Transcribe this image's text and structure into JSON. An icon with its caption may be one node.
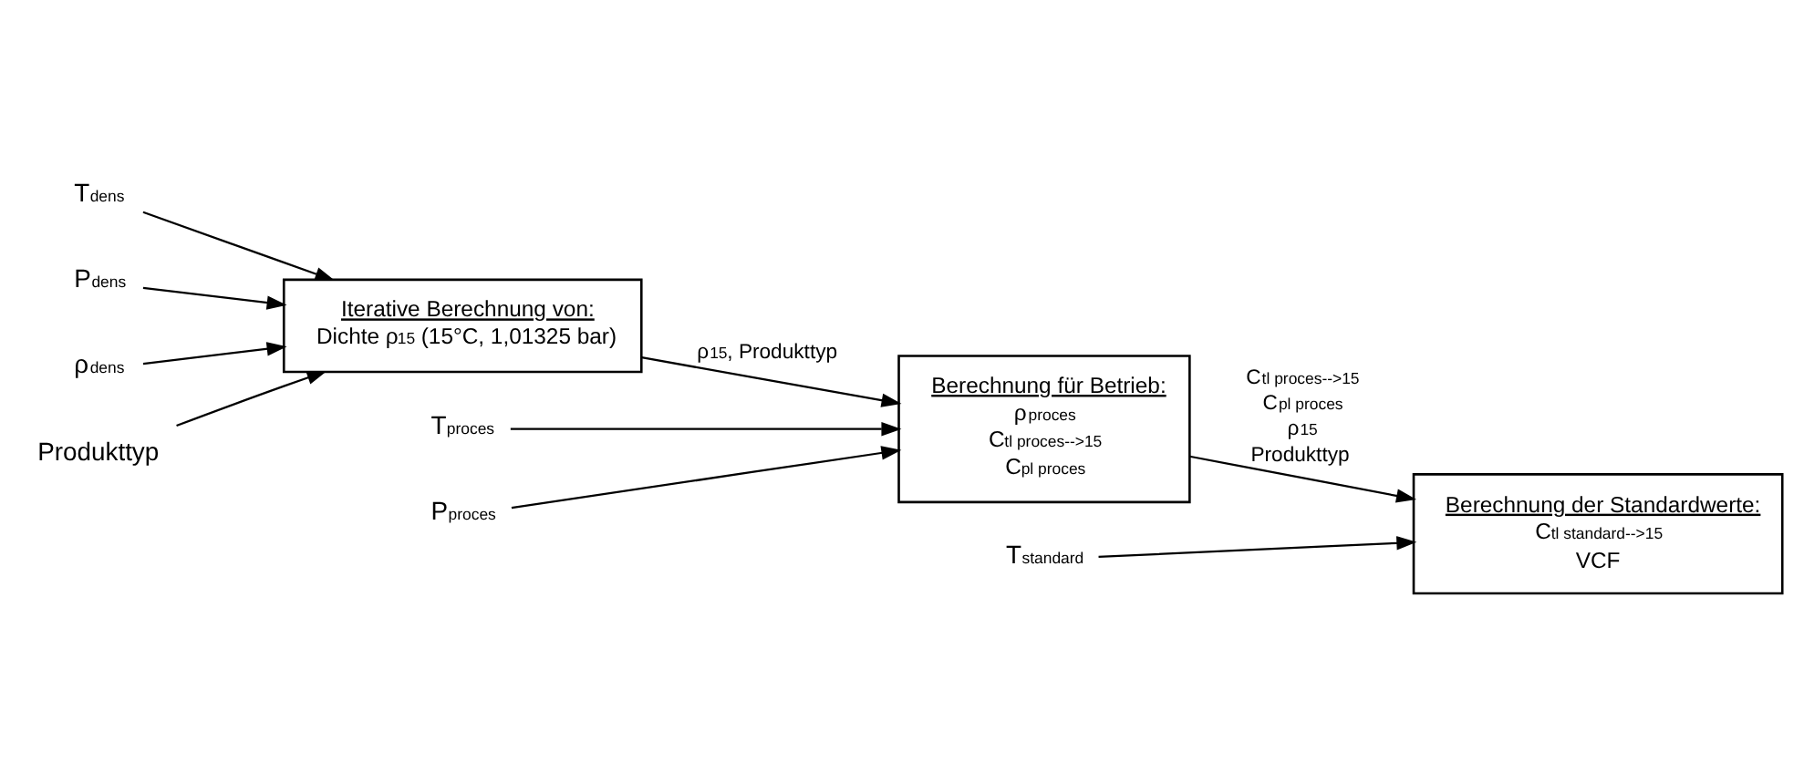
{
  "diagram": {
    "nodes": [
      {
        "text": [
          "T$_{dens}$"
        ]
      },
      {
        "text": [
          "P$_{dens}$"
        ]
      },
      {
        "text": [
          "ρ$_{dens}$"
        ]
      },
      {
        "text": [
          "Produkttyp"
        ]
      },
      {
        "text": [
          "Iterative Berechnung von:",
          "Dichte ρ$_{15}$ (15°C, 1,01325 bar)"
        ]
      },
      {
        "text": [
          "T$_{proces}$"
        ]
      },
      {
        "text": [
          "P$_{proces}$"
        ]
      },
      {
        "text": [
          "Berechnung für Betrieb:",
          "ρ$_{proces}$",
          "C$_{tl proces-->15}$",
          "C$_{pl proces}$"
        ]
      },
      {
        "text": [
          "Berechnung der Standardwerte:",
          "C$_{tl standard-->15}$",
          "VCF"
        ]
      },
      {
        "text": [
          "T$_{standard}$"
        ]
      }
    ],
    "edges": [
      {
        "from": 0,
        "to": 4,
        "arrow": "to"
      },
      {
        "from": 1,
        "to": 4,
        "arrow": "to"
      },
      {
        "from": 2,
        "to": 4,
        "arrow": "to"
      },
      {
        "from": 3,
        "to": 4,
        "arrow": "to"
      },
      {
        "from": 4,
        "to": 7,
        "arrow": "to",
        "label": "ρ$_{15}$, Produkttyp"
      },
      {
        "from": 5,
        "to": 7,
        "arrow": "to"
      },
      {
        "from": 6,
        "to": 7,
        "arrow": "to"
      },
      {
        "from": 7,
        "to": 8,
        "arrow": "to",
        "label": "C$_{tl proces-->15}$ C$_{pl proces}$ ρ$_{15}$ Produkttyp"
      },
      {
        "from": 9,
        "to": 8,
        "arrow": "to"
      }
    ]
  }
}
